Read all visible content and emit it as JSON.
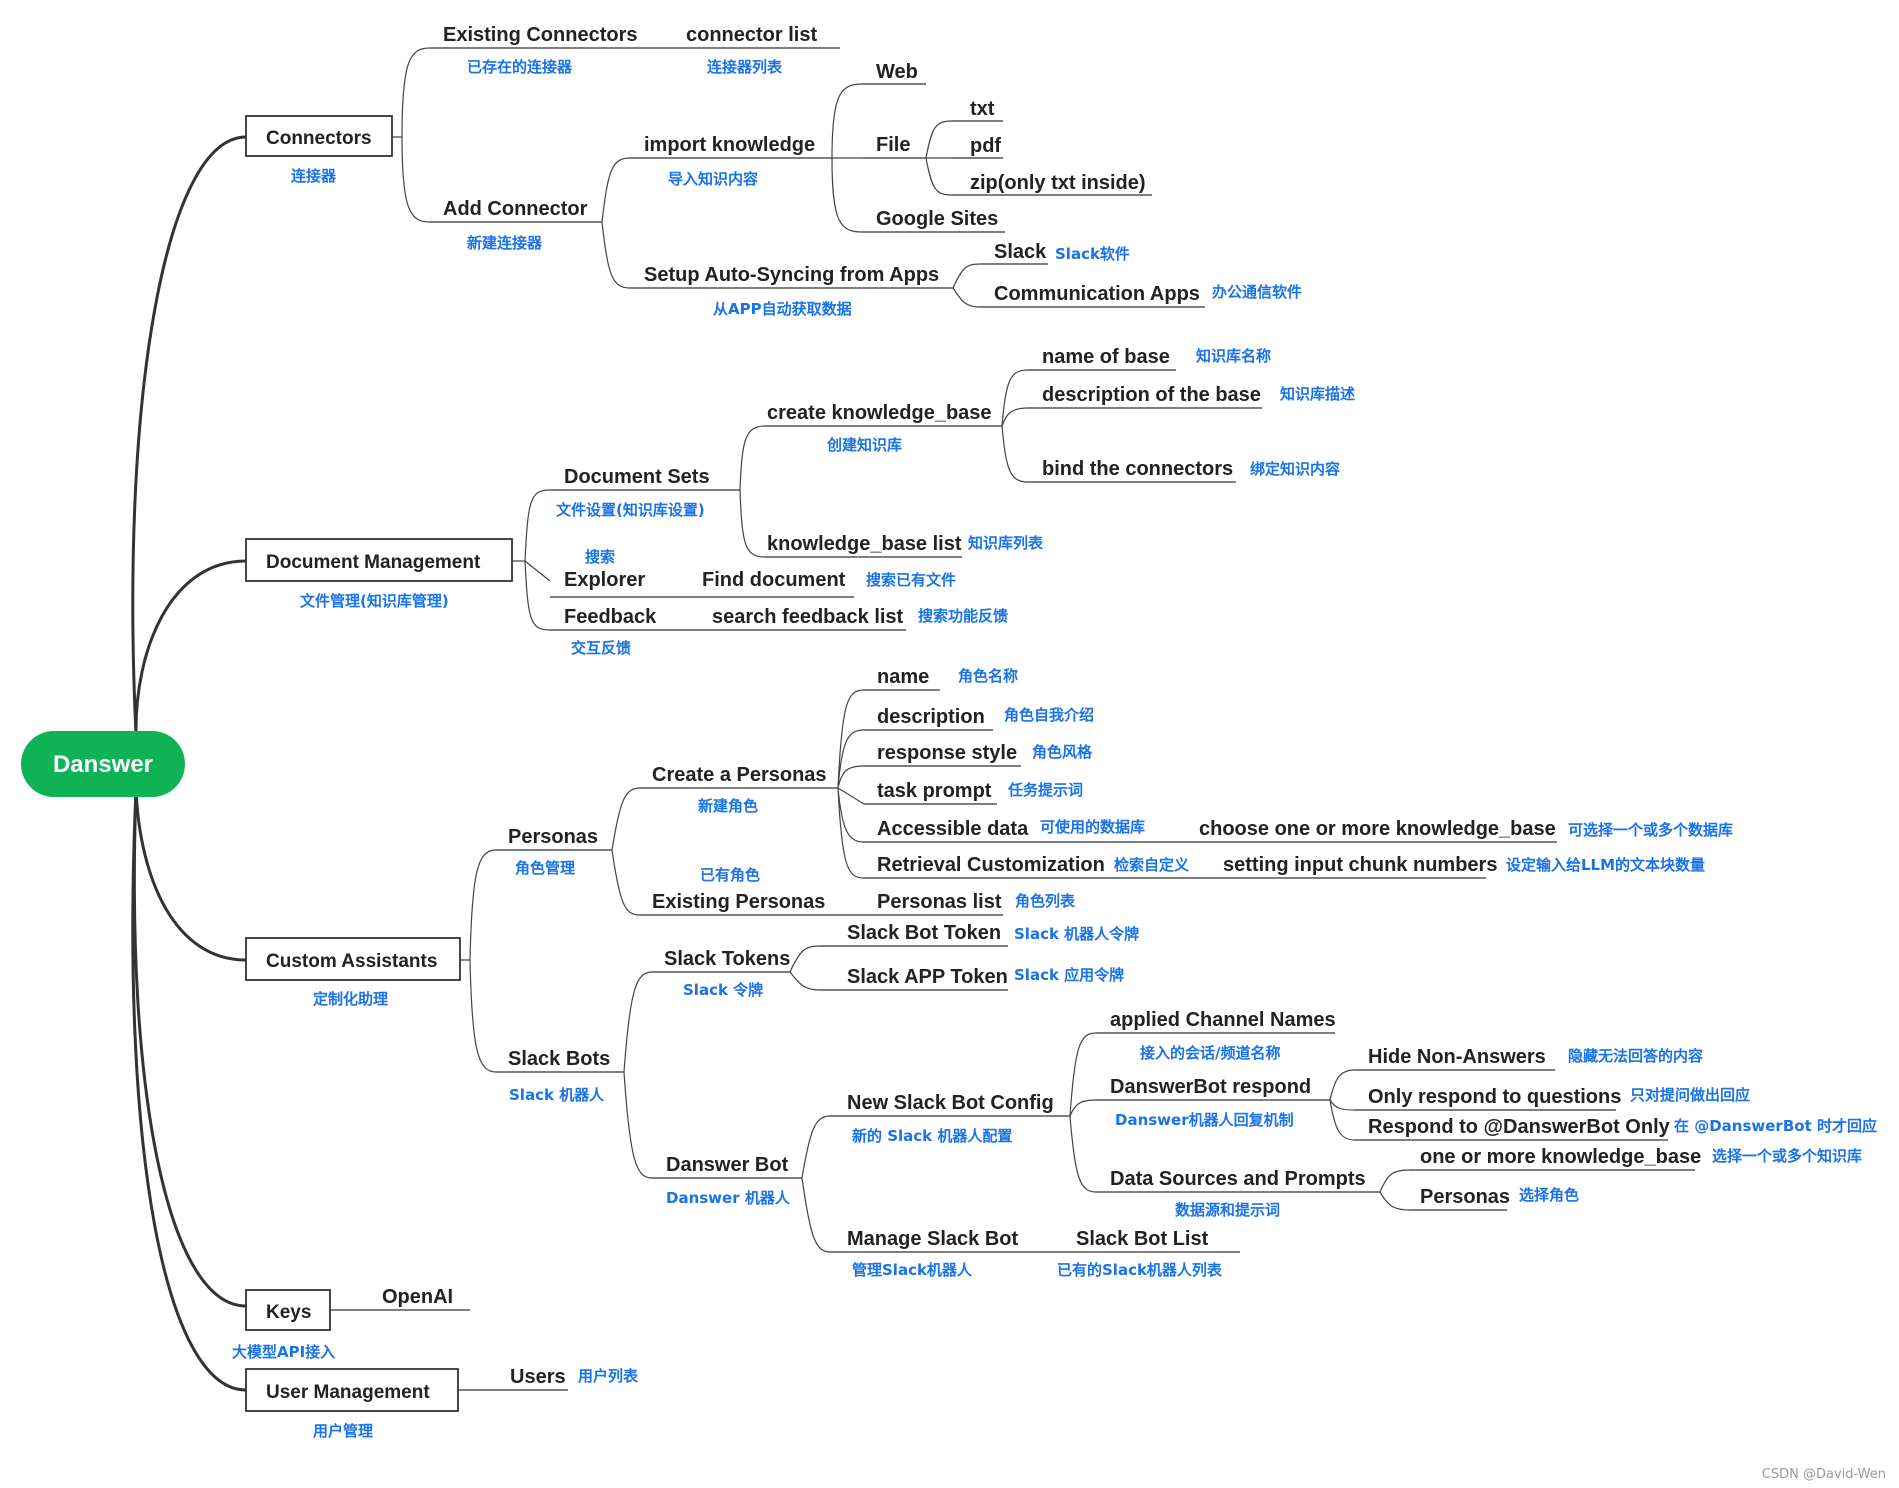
{
  "root": "Danswer",
  "watermark": "CSDN @David-Wen",
  "colors": {
    "root": "#0fb356",
    "label_en": "#222222",
    "label_cn": "#1a73e8"
  },
  "connectors": {
    "title": "Connectors",
    "title_cn": "连接器",
    "existing": "Existing Connectors",
    "existing_cn": "已存在的连接器",
    "connector_list": "connector list",
    "connector_list_cn": "连接器列表",
    "add": "Add Connector",
    "add_cn": "新建连接器",
    "import": "import knowledge",
    "import_cn": "导入知识内容",
    "web": "Web",
    "file": "File",
    "txt": "txt",
    "pdf": "pdf",
    "zip": "zip(only txt inside)",
    "google": "Google Sites",
    "setup": "Setup Auto-Syncing from Apps",
    "setup_cn": "从APP自动获取数据",
    "slack": "Slack",
    "slack_cn": "Slack软件",
    "comm": "Communication Apps",
    "comm_cn": "办公通信软件"
  },
  "docs": {
    "title": "Document Management",
    "title_cn": "文件管理(知识库管理)",
    "sets": "Document Sets",
    "sets_cn": "文件设置(知识库设置)",
    "create_kb": "create knowledge_base",
    "create_kb_cn": "创建知识库",
    "name_base": "name of base",
    "name_base_cn": "知识库名称",
    "desc_base": "description of the base",
    "desc_base_cn": "知识库描述",
    "bind": "bind the connectors",
    "bind_cn": "绑定知识内容",
    "kb_list": "knowledge_base list",
    "kb_list_cn": "知识库列表",
    "explorer_cn": "搜索",
    "explorer": "Explorer",
    "find": "Find document",
    "find_cn": "搜索已有文件",
    "feedback": "Feedback",
    "feedback_cn": "交互反馈",
    "search_fb": "search feedback list",
    "search_fb_cn": "搜索功能反馈"
  },
  "assistants": {
    "title": "Custom Assistants",
    "title_cn": "定制化助理",
    "personas": "Personas",
    "personas_cn": "角色管理",
    "create": "Create a Personas",
    "create_cn": "新建角色",
    "name": "name",
    "name_cn": "角色名称",
    "description": "description",
    "description_cn": "角色自我介绍",
    "style": "response style",
    "style_cn": "角色风格",
    "task": "task prompt",
    "task_cn": "任务提示词",
    "access": "Accessible data",
    "access_cn": "可使用的数据库",
    "choose": "choose one or more knowledge_base",
    "choose_cn": "可选择一个或多个数据库",
    "retrieval": "Retrieval Customization",
    "retrieval_cn": "检索自定义",
    "chunk": "setting input chunk numbers",
    "chunk_cn": "设定输入给LLM的文本块数量",
    "existing_cn": "已有角色",
    "existing": "Existing Personas",
    "plist": "Personas list",
    "plist_cn": "角色列表",
    "bots": "Slack Bots",
    "bots_cn": "Slack 机器人",
    "tokens": "Slack Tokens",
    "tokens_cn": "Slack 令牌",
    "bot_token": "Slack Bot Token",
    "bot_token_cn": "Slack 机器人令牌",
    "app_token": "Slack APP Token",
    "app_token_cn": "Slack 应用令牌",
    "dbot": "Danswer Bot",
    "dbot_cn": "Danswer 机器人",
    "new_cfg": "New Slack Bot Config",
    "new_cfg_cn": "新的 Slack 机器人配置",
    "channels": "applied Channel Names",
    "channels_cn": "接入的会话/频道名称",
    "respond": "DanswerBot respond",
    "respond_cn": "Danswer机器人回复机制",
    "hide": "Hide Non-Answers",
    "hide_cn": "隐藏无法回答的内容",
    "only_q": "Only respond to questions",
    "only_q_cn": "只对提问做出回应",
    "at": "Respond to @DanswerBot Only",
    "at_cn": "在 @DanswerBot 时才回应",
    "sources": "Data Sources and Prompts",
    "sources_cn": "数据源和提示词",
    "one_more": "one or more knowledge_base",
    "one_more_cn": "选择一个或多个知识库",
    "p2": "Personas",
    "p2_cn": "选择角色",
    "manage": "Manage Slack Bot",
    "manage_cn": "管理Slack机器人",
    "bot_list": "Slack Bot List",
    "bot_list_cn": "已有的Slack机器人列表"
  },
  "keys": {
    "title": "Keys",
    "title_cn": "大模型API接入",
    "openai": "OpenAI"
  },
  "users": {
    "title": "User Management",
    "title_cn": "用户管理",
    "users": "Users",
    "users_cn": "用户列表"
  }
}
